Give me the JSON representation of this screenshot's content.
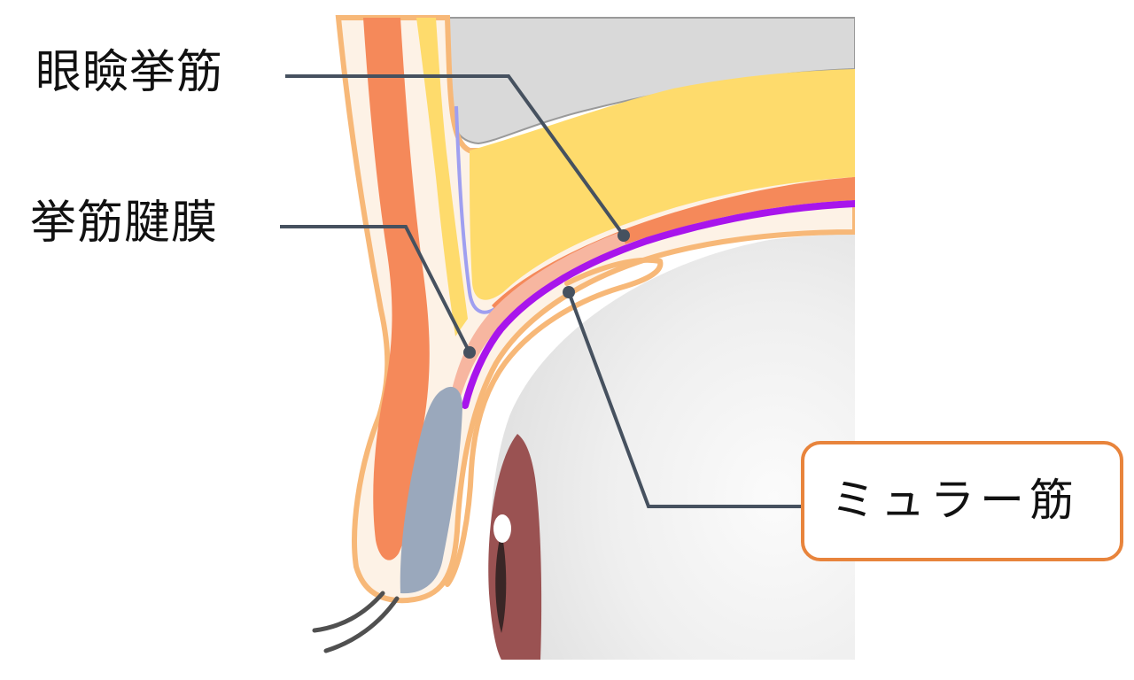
{
  "labels": {
    "levator_muscle": "眼瞼挙筋",
    "levator_aponeurosis": "挙筋腱膜",
    "muller_muscle": "ミュラー筋"
  },
  "colors": {
    "skin_outline": "#f7b878",
    "skin_fill": "#fdf2e6",
    "orbicularis": "#f5895a",
    "fat": "#fedb6c",
    "bone": "#d9d9d9",
    "septum": "#9f9ff0",
    "aponeurosis": "#f7b6a0",
    "muller": "#a815ec",
    "tarsus": "#9aa8bc",
    "eyeball": "#ebebeb",
    "iris": "#9a5252",
    "pupil": "#3a2626",
    "leader_line": "#46515f",
    "callout_border": "#e8843c",
    "eyelash": "#505050"
  }
}
